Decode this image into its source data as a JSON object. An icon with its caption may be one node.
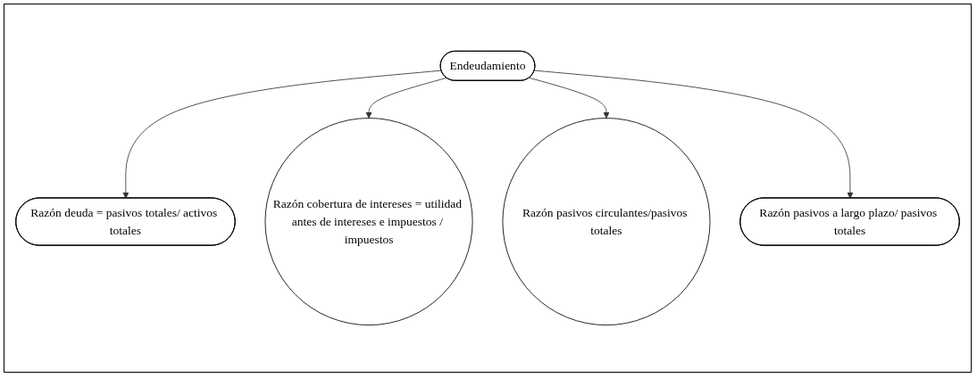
{
  "diagram": {
    "nodes": [
      {
        "text": [
          "Razón deuda = pasivos totales/ activos totales"
        ]
      },
      {
        "text": [
          "Razón cobertura de intereses = utilidad antes de intereses e impuestos / impuestos"
        ]
      },
      {
        "text": [
          "Endeudamiento"
        ]
      },
      {
        "text": [
          "Razón pasivos circulantes/pasivos totales"
        ]
      },
      {
        "text": [
          "Razón pasivos a largo plazo/ pasivos totales"
        ]
      }
    ],
    "edges": [
      {
        "from": 2,
        "to": 0,
        "arrow": "to"
      },
      {
        "from": 2,
        "to": 1,
        "arrow": "to"
      },
      {
        "from": 2,
        "to": 3,
        "arrow": "to"
      },
      {
        "from": 2,
        "to": 4,
        "arrow": "to"
      }
    ]
  }
}
